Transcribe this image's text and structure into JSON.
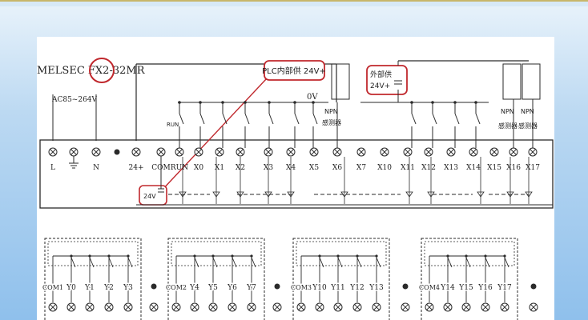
{
  "model_label": "MELSEC FX2-32MR",
  "voltage_label": "AC85~264V",
  "plc_internal_supply": "PLC内部供 24V+",
  "external_supply_line1": "外部供",
  "external_supply_line2": "24V+",
  "zero_volt": "0V",
  "internal_24v": "24V",
  "npn_label": "NPN",
  "sensor_label": "感测器",
  "run_label": "RUN",
  "input_terminals": [
    "L",
    "",
    "N",
    "",
    "24+",
    "COM",
    "RUN",
    "X0",
    "X1",
    "X2",
    "X3",
    "X4",
    "X5",
    "X6",
    "X7",
    "X10",
    "X11",
    "X12",
    "X13",
    "X14",
    "X15",
    "X16",
    "X17"
  ],
  "output_groups": [
    {
      "labels": [
        "COM1",
        "Y0",
        "Y1",
        "Y2",
        "Y3"
      ]
    },
    {
      "labels": [
        "COM2",
        "Y4",
        "Y5",
        "Y6",
        "Y7"
      ]
    },
    {
      "labels": [
        "COM3",
        "Y10",
        "Y11",
        "Y12",
        "Y13"
      ]
    },
    {
      "labels": [
        "COM4",
        "Y14",
        "Y15",
        "Y16",
        "Y17"
      ]
    }
  ],
  "colors": {
    "line": "#2a2a2a",
    "highlight": "#c0282d",
    "paper": "#ffffff"
  }
}
